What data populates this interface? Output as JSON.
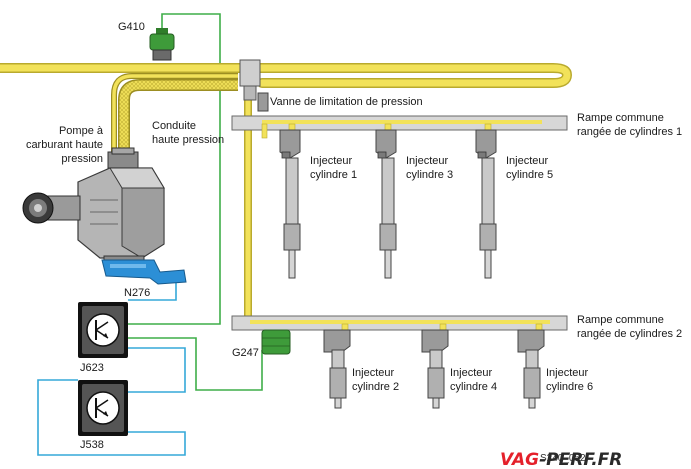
{
  "components": {
    "g410": "G410",
    "pump_line1": "Pompe à",
    "pump_line2": "carburant haute",
    "pump_line3": "pression",
    "hp_line_1": "Conduite",
    "hp_line_2": "haute pression",
    "limit_valve": "Vanne de limitation de pression",
    "rail1_line1": "Rampe commune",
    "rail1_line2": "rangée de cylindres 1",
    "rail2_line1": "Rampe commune",
    "rail2_line2": "rangée de cylindres 2",
    "n276": "N276",
    "j623": "J623",
    "j538": "J538",
    "g247": "G247"
  },
  "injectors": [
    {
      "line1": "Injecteur",
      "line2": "cylindre 1"
    },
    {
      "line1": "Injecteur",
      "line2": "cylindre 3"
    },
    {
      "line1": "Injecteur",
      "line2": "cylindre 5"
    },
    {
      "line1": "Injecteur",
      "line2": "cylindre 2"
    },
    {
      "line1": "Injecteur",
      "line2": "cylindre 4"
    },
    {
      "line1": "Injecteur",
      "line2": "cylindre 6"
    }
  ],
  "ref_code": "S240_052",
  "watermark": "VAG-PERF.FR",
  "colors": {
    "fuel_yellow": "#f2e25a",
    "fuel_yellow_edge": "#b9aa2e",
    "rail_grey": "#d7d7d7",
    "wire_green": "#3fae49",
    "wire_cyan": "#35a8d8",
    "sensor_green": "#3e9b3a",
    "valve_blue": "#2c8fd6",
    "watermark_red": "#e4202a",
    "watermark_dark": "#2a2a2a"
  }
}
